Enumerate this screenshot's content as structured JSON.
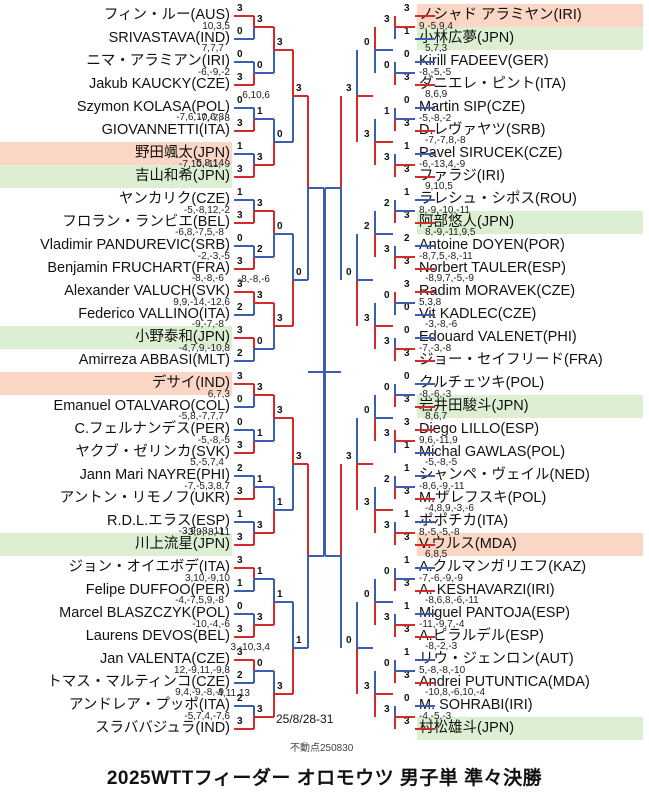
{
  "title": "2025WTTフィーダー オロモウツ 男子単 準々決勝",
  "date": "25/8/28-31",
  "credit": "不動点250830",
  "colors": {
    "winner_line": "#d42a2a",
    "loser_line": "#3a5fb0",
    "hl_red": "#fbd6c5",
    "hl_grn": "#dcefd2"
  },
  "left": {
    "players": [
      {
        "name": "フィン・ルー(AUS)"
      },
      {
        "name": "SRIVASTAVA(IND)"
      },
      {
        "name": "ニマ・アラミアン(IRI)"
      },
      {
        "name": "Jakub KAUCKY(CZE)"
      },
      {
        "name": "Szymon KOLASA(POL)"
      },
      {
        "name": "GIOVANNETTI(ITA)"
      },
      {
        "name": "野田颯太(JPN)",
        "hl": "red"
      },
      {
        "name": "吉山和希(JPN)",
        "hl": "grn"
      },
      {
        "name": "ヤンカリク(CZE)"
      },
      {
        "name": "フロラン・ランビエ(BEL)"
      },
      {
        "name": "Vladimir PANDUREVIC(SRB)"
      },
      {
        "name": "Benjamin FRUCHART(FRA)"
      },
      {
        "name": "Alexander VALUCH(SVK)"
      },
      {
        "name": "Federico VALLINO(ITA)"
      },
      {
        "name": "小野泰和(JPN)",
        "hl": "grn"
      },
      {
        "name": "Amirreza ABBASI(MLT)"
      },
      {
        "name": "デサイ(IND)",
        "hl": "red"
      },
      {
        "name": "Emanuel OTALVARO(COL)"
      },
      {
        "name": "C.フェルナンデス(PER)"
      },
      {
        "name": "ヤクブ・ゼリンカ(SVK)"
      },
      {
        "name": "Jann Mari NAYRE(PHI)"
      },
      {
        "name": "アントン・リモノフ(UKR)"
      },
      {
        "name": "R.D.L.エラス(ESP)"
      },
      {
        "name": "川上流星(JPN)",
        "hl": "grn"
      },
      {
        "name": "ジョン・オイエボデ(ITA)"
      },
      {
        "name": "Felipe DUFFOO(PER)"
      },
      {
        "name": "Marcel BLASZCZYK(POL)"
      },
      {
        "name": "Laurens DEVOS(BEL)"
      },
      {
        "name": "Jan VALENTA(CZE)"
      },
      {
        "name": "トマス・マルティンコ(CZE)"
      },
      {
        "name": "アンドレア・プッポ(ITA)"
      },
      {
        "name": "スラババジュラ(IND)"
      }
    ],
    "r1": [
      {
        "score": "10,3,5",
        "a": "3",
        "b": "0",
        "w": 0
      },
      {
        "score": "-6,-9,-2",
        "a": "0",
        "b": "3",
        "w": 1
      },
      {
        "score": "-7,-7,-8",
        "a": "0",
        "b": "3",
        "w": 1
      },
      {
        "score": "-7,10,-11,-9",
        "a": "1",
        "b": "3",
        "w": 1
      },
      {
        "score": "-5,-8,12,-2",
        "a": "1",
        "b": "3",
        "w": 1
      },
      {
        "score": "-2,-3,-5",
        "a": "0",
        "b": "3",
        "w": 1
      },
      {
        "score": "9,9,-14,-12,6",
        "a": "3",
        "b": "2",
        "w": 0
      },
      {
        "score": "-4,7,9,-10,8",
        "a": "3",
        "b": "2",
        "w": 0
      },
      {
        "score": "6,7,3",
        "a": "3",
        "b": "0",
        "w": 0
      },
      {
        "score": "-5,-8,-5",
        "a": "0",
        "b": "3",
        "w": 1
      },
      {
        "score": "-7,-5,3,8,7",
        "a": "2",
        "b": "3",
        "w": 1
      },
      {
        "score": "-3,9,-8,-11",
        "a": "1",
        "b": "3",
        "w": 1
      },
      {
        "score": "3,10,-9,10",
        "a": "3",
        "b": "1",
        "w": 0
      },
      {
        "score": "-10,-4,-6",
        "a": "0",
        "b": "3",
        "w": 1
      },
      {
        "score": "12,-9,11,-9,8",
        "a": "3",
        "b": "2",
        "w": 0
      },
      {
        "score": "-5,7,4,-7,6",
        "a": "2",
        "b": "3",
        "w": 1
      }
    ],
    "r1_extra": [
      {
        "score": "7,7,7",
        "anchor": 2
      },
      {
        "score": "-7,6,10,6,8",
        "anchor": 5
      },
      {
        "score": "5,8,14",
        "anchor": 7
      },
      {
        "score": "-6,8,-7,5,-8",
        "anchor": 10
      },
      {
        "score": "-8,-8,-6",
        "anchor": 12
      },
      {
        "score": "-9,-7,-8",
        "anchor": 14
      },
      {
        "score": "-5,8,-7,7,7",
        "anchor": 18
      },
      {
        "score": "5,-5,7,4",
        "anchor": 20
      },
      {
        "score": "-3,9,-8,-11",
        "anchor": 23
      },
      {
        "score": "-4,-7,5,9,-8",
        "anchor": 26
      },
      {
        "score": "9,4,-9,-8,-9",
        "anchor": 30
      }
    ],
    "r2": [
      {
        "score": "",
        "a": "3",
        "b": "0",
        "w": 0
      },
      {
        "score": "",
        "a": "1",
        "b": "3",
        "w": 1
      },
      {
        "score": "",
        "a": "3",
        "b": "2",
        "w": 0
      },
      {
        "score": "",
        "a": "3",
        "b": "0",
        "w": 0
      },
      {
        "score": "",
        "a": "3",
        "b": "1",
        "w": 0
      },
      {
        "score": "",
        "a": "1",
        "b": "3",
        "w": 1
      },
      {
        "score": "",
        "a": "1",
        "b": "3",
        "w": 1
      },
      {
        "score": "4,11,13",
        "a": "0",
        "b": "3",
        "w": 1
      }
    ],
    "r3": [
      {
        "score": "6,10,6",
        "a": "3",
        "b": "0",
        "w": 0
      },
      {
        "score": "-8,-8,-6",
        "a": "0",
        "b": "3",
        "w": 1
      },
      {
        "score": "",
        "a": "3",
        "b": "1",
        "w": 0
      },
      {
        "score": "3,-10,3,4",
        "a": "1",
        "b": "3",
        "w": 1
      }
    ],
    "r4": [
      {
        "score": "",
        "a": "3",
        "b": "0",
        "w": 0
      },
      {
        "score": "",
        "a": "3",
        "b": "1",
        "w": 0
      }
    ]
  },
  "right": {
    "players": [
      {
        "name": "ノシャド アラミヤン(IRI)",
        "hl": "red"
      },
      {
        "name": "小林広夢(JPN)",
        "hl": "grn"
      },
      {
        "name": "Kirill FADEEV(GER)"
      },
      {
        "name": "ダニエレ・ピント(ITA)"
      },
      {
        "name": "Martin SIP(CZE)"
      },
      {
        "name": "D.レヴァヤツ(SRB)"
      },
      {
        "name": "Pavel SIRUCEK(CZE)"
      },
      {
        "name": "ファラジ(IRI)"
      },
      {
        "name": "ラレシュ・シポス(ROU)"
      },
      {
        "name": "阿部悠人(JPN)",
        "hl": "grn"
      },
      {
        "name": "Antoine DOYEN(POR)"
      },
      {
        "name": "Norbert TAULER(ESP)"
      },
      {
        "name": "Radim MORAVEK(CZE)"
      },
      {
        "name": "Vit KADLEC(CZE)"
      },
      {
        "name": "Edouard VALENET(PHI)"
      },
      {
        "name": "ジョー・セイフリード(FRA)"
      },
      {
        "name": "クルチェツキ(POL)"
      },
      {
        "name": "岩井田駿斗(JPN)",
        "hl": "grn"
      },
      {
        "name": "Diego LILLO(ESP)"
      },
      {
        "name": "Michal GAWLAS(POL)"
      },
      {
        "name": "シャンペ・ヴェイル(NED)"
      },
      {
        "name": "M.ザレフスキ(POL)"
      },
      {
        "name": "ポポチカ(ITA)"
      },
      {
        "name": "V.ウルス(MDA)",
        "hl": "red"
      },
      {
        "name": "A.クルマンガリエフ(KAZ)"
      },
      {
        "name": "A. KESHAVARZI(IRI)"
      },
      {
        "name": "Miguel PANTOJA(ESP)"
      },
      {
        "name": "A.ピラルデル(ESP)"
      },
      {
        "name": "リウ・ジェンロン(AUT)"
      },
      {
        "name": "Andrei PUTUNTICA(MDA)"
      },
      {
        "name": "M. SOHRABI(IRI)"
      },
      {
        "name": "村松雄斗(JPN)",
        "hl": "grn"
      }
    ],
    "r1": [
      {
        "score": "9,-5,9,4",
        "a": "3",
        "b": "1",
        "w": 0
      },
      {
        "score": "-8,-5,-5",
        "a": "0",
        "b": "3",
        "w": 1
      },
      {
        "score": "-5,-8,-2",
        "a": "0",
        "b": "3",
        "w": 1
      },
      {
        "score": "-6,-13,4,-9",
        "a": "1",
        "b": "3",
        "w": 1
      },
      {
        "score": "8,-9,-10,-11",
        "a": "1",
        "b": "3",
        "w": 1
      },
      {
        "score": "-8,7,5,-8,-11",
        "a": "2",
        "b": "3",
        "w": 1
      },
      {
        "score": "5,3,8",
        "a": "3",
        "b": "0",
        "w": 0
      },
      {
        "score": "-7,-3,-8",
        "a": "0",
        "b": "3",
        "w": 1
      },
      {
        "score": "-8,-6,-3",
        "a": "0",
        "b": "3",
        "w": 1
      },
      {
        "score": "9,6,-11,9",
        "a": "3",
        "b": "1",
        "w": 0
      },
      {
        "score": "-8,6,-9,-11",
        "a": "1",
        "b": "3",
        "w": 1
      },
      {
        "score": "8,-5,-5,-8",
        "a": "1",
        "b": "3",
        "w": 1
      },
      {
        "score": "-7,-6,-9,-9",
        "a": "1",
        "b": "3",
        "w": 1
      },
      {
        "score": "-11,-9,7,-4",
        "a": "1",
        "b": "3",
        "w": 1
      },
      {
        "score": "5,-8,-8,-10",
        "a": "1",
        "b": "3",
        "w": 1
      },
      {
        "score": "-4,-5,-3",
        "a": "0",
        "b": "3",
        "w": 1
      }
    ],
    "r1_extra": [
      {
        "score": "5,7,3",
        "anchor": 2
      },
      {
        "score": "8,6,9",
        "anchor": 4
      },
      {
        "score": "-7,-7,8,-8",
        "anchor": 6
      },
      {
        "score": "9,10,5",
        "anchor": 8
      },
      {
        "score": "8,-9,-11,9,5",
        "anchor": 10
      },
      {
        "score": "-8,9,7,-5,-9",
        "anchor": 12
      },
      {
        "score": "-3,-8,-6",
        "anchor": 14
      },
      {
        "score": "8,6,7",
        "anchor": 18
      },
      {
        "score": "-5,-8,-5",
        "anchor": 20
      },
      {
        "score": "-4,8,9,-3,-6",
        "anchor": 22
      },
      {
        "score": "6,8,5",
        "anchor": 24
      },
      {
        "score": "-8,6,8,-6,-11",
        "anchor": 26
      },
      {
        "score": "-8,-2,-3",
        "anchor": 28
      },
      {
        "score": "-10,8,-6,10,-4",
        "anchor": 30
      }
    ],
    "r2": [
      {
        "score": "",
        "a": "3",
        "b": "0",
        "w": 0
      },
      {
        "score": "",
        "a": "1",
        "b": "3",
        "w": 1
      },
      {
        "score": "",
        "a": "2",
        "b": "3",
        "w": 1
      },
      {
        "score": "",
        "a": "0",
        "b": "3",
        "w": 1
      },
      {
        "score": "",
        "a": "0",
        "b": "3",
        "w": 1
      },
      {
        "score": "",
        "a": "2",
        "b": "3",
        "w": 1
      },
      {
        "score": "",
        "a": "0",
        "b": "3",
        "w": 1
      },
      {
        "score": "",
        "a": "0",
        "b": "3",
        "w": 1
      }
    ],
    "r3": [
      {
        "score": "",
        "a": "0",
        "b": "3",
        "w": 1
      },
      {
        "score": "",
        "a": "2",
        "b": "3",
        "w": 1
      },
      {
        "score": "",
        "a": "0",
        "b": "3",
        "w": 1
      },
      {
        "score": "",
        "a": "0",
        "b": "3",
        "w": 1
      }
    ],
    "r4": [
      {
        "score": "",
        "a": "3",
        "b": "0",
        "w": 0
      },
      {
        "score": "",
        "a": "3",
        "b": "0",
        "w": 0
      }
    ]
  }
}
